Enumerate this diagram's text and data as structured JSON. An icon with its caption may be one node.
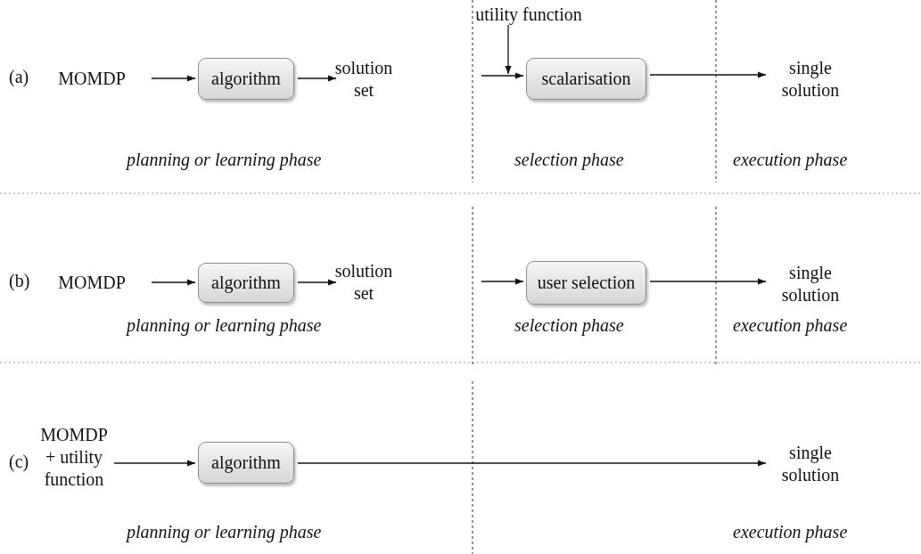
{
  "diagram": {
    "nodes": [
      {
        "text": [
          "MOMDP"
        ]
      },
      {
        "text": [
          "algorithm"
        ]
      },
      {
        "text": [
          "solution set"
        ]
      },
      {
        "text": [
          "utility function"
        ]
      },
      {
        "text": [
          "scalarisation"
        ]
      },
      {
        "text": [
          "single solution"
        ]
      },
      {
        "text": [
          "MOMDP"
        ]
      },
      {
        "text": [
          "algorithm"
        ]
      },
      {
        "text": [
          "solution set"
        ]
      },
      {
        "text": [
          "user selection"
        ]
      },
      {
        "text": [
          "single solution"
        ]
      },
      {
        "text": [
          "MOMDP + utility function"
        ]
      },
      {
        "text": [
          "algorithm"
        ]
      },
      {
        "text": [
          "single solution"
        ]
      }
    ],
    "edges": [
      {
        "from": 0,
        "to": 1,
        "arrow": "to"
      },
      {
        "from": 1,
        "to": 2,
        "arrow": "to"
      },
      {
        "from": 3,
        "to": 4,
        "arrow": "to"
      },
      {
        "from": null,
        "to": 4,
        "arrow": "to"
      },
      {
        "from": 4,
        "to": 5,
        "arrow": "to"
      },
      {
        "from": 6,
        "to": 7,
        "arrow": "to"
      },
      {
        "from": 7,
        "to": 8,
        "arrow": "to"
      },
      {
        "from": null,
        "to": 9,
        "arrow": "to"
      },
      {
        "from": 9,
        "to": 10,
        "arrow": "to"
      },
      {
        "from": 11,
        "to": 12,
        "arrow": "to"
      },
      {
        "from": 12,
        "to": 13,
        "arrow": "to"
      }
    ],
    "labels": [
      "(a)",
      "planning or learning phase",
      "selection phase",
      "execution phase",
      "(b)",
      "planning or learning phase",
      "selection phase",
      "execution phase",
      "(c)",
      "planning or learning phase",
      "execution phase"
    ]
  }
}
